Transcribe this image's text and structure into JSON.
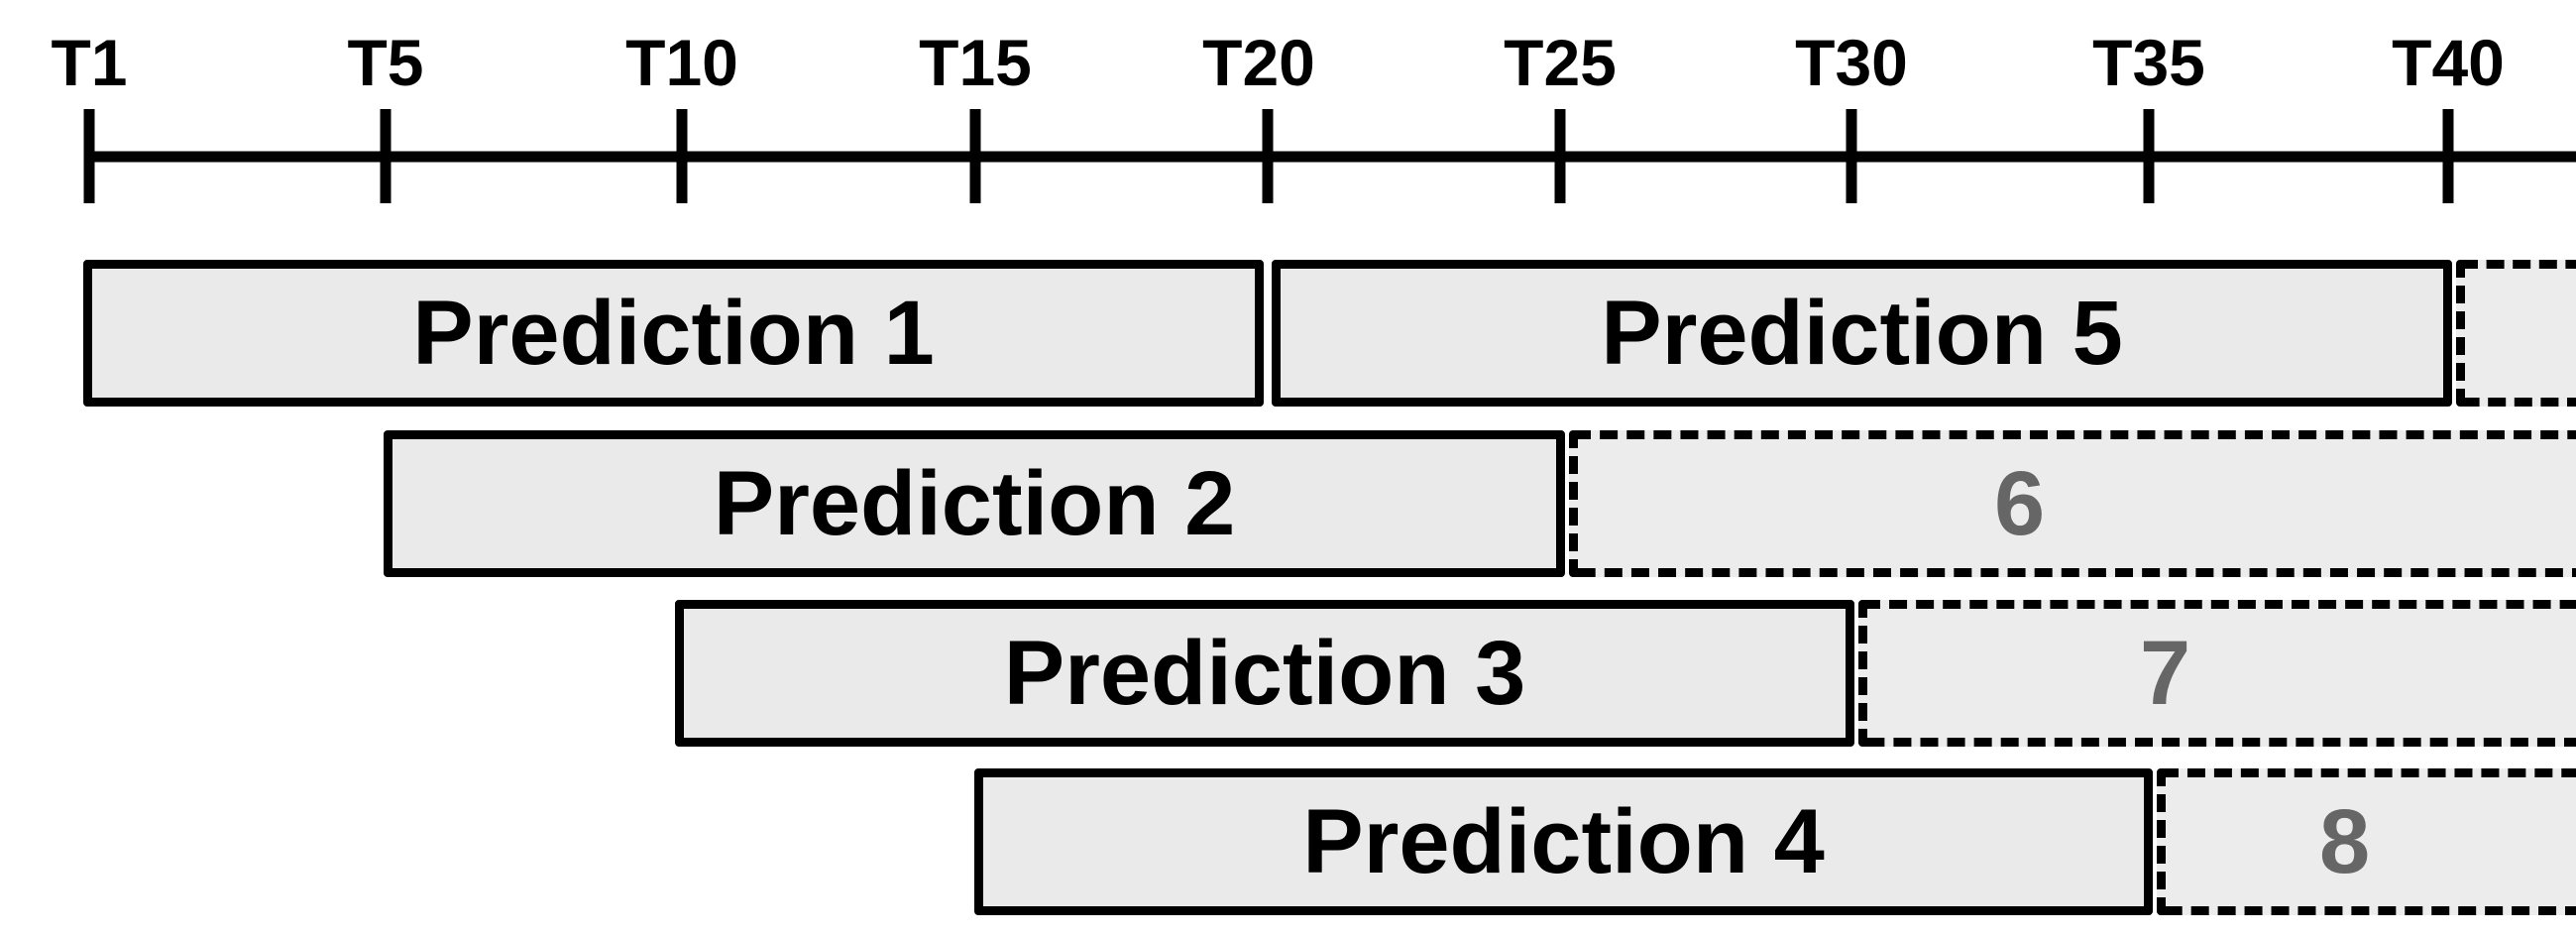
{
  "timeline": {
    "ticks": [
      "T1",
      "T5",
      "T10",
      "T15",
      "T20",
      "T25",
      "T30",
      "T35",
      "T40"
    ]
  },
  "predictions": {
    "p1": "Prediction 1",
    "p2": "Prediction 2",
    "p3": "Prediction 3",
    "p4": "Prediction 4",
    "p5": "Prediction 5",
    "p6": "6",
    "p7": "7",
    "p8": "8"
  }
}
